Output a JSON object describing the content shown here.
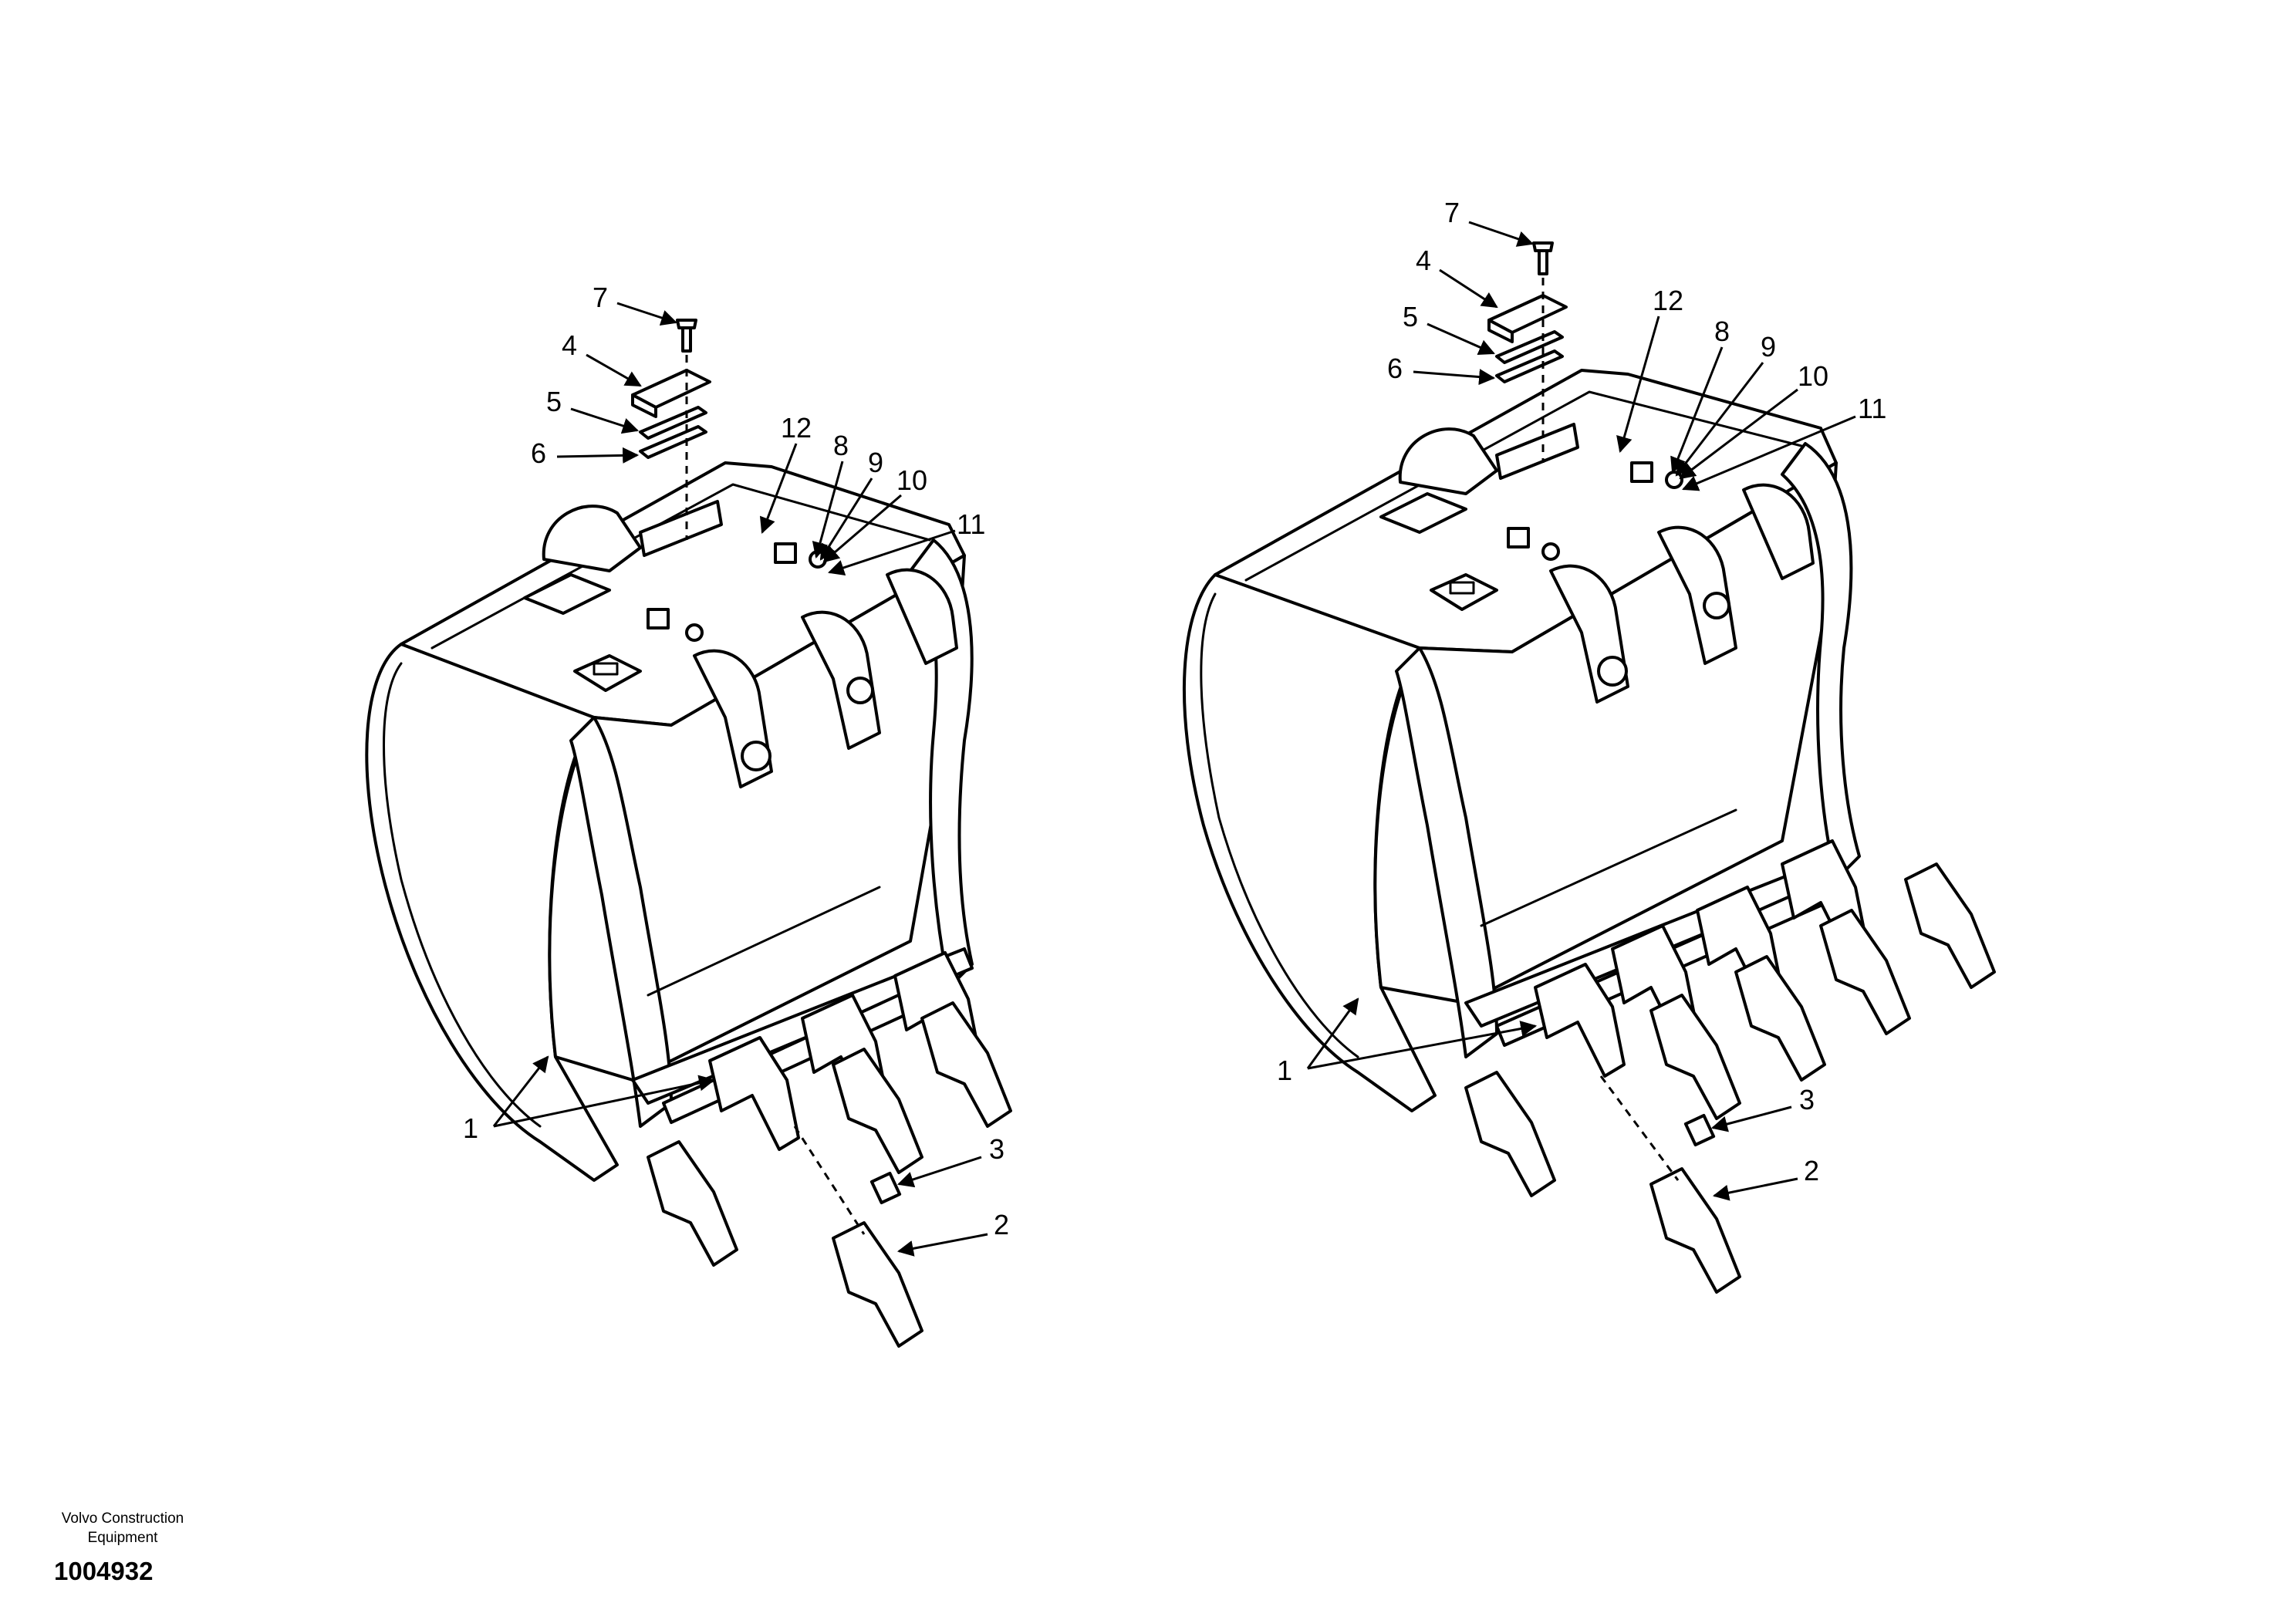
{
  "diagram": {
    "views": [
      {
        "id": "left",
        "callouts": [
          "1",
          "2",
          "3",
          "4",
          "5",
          "6",
          "7",
          "8",
          "9",
          "10",
          "11",
          "12"
        ]
      },
      {
        "id": "right",
        "callouts": [
          "1",
          "2",
          "3",
          "4",
          "5",
          "6",
          "7",
          "8",
          "9",
          "10",
          "11",
          "12"
        ]
      }
    ]
  },
  "footer": {
    "maker_line1": "Volvo Construction",
    "maker_line2": "Equipment",
    "doc_number": "1004932"
  }
}
